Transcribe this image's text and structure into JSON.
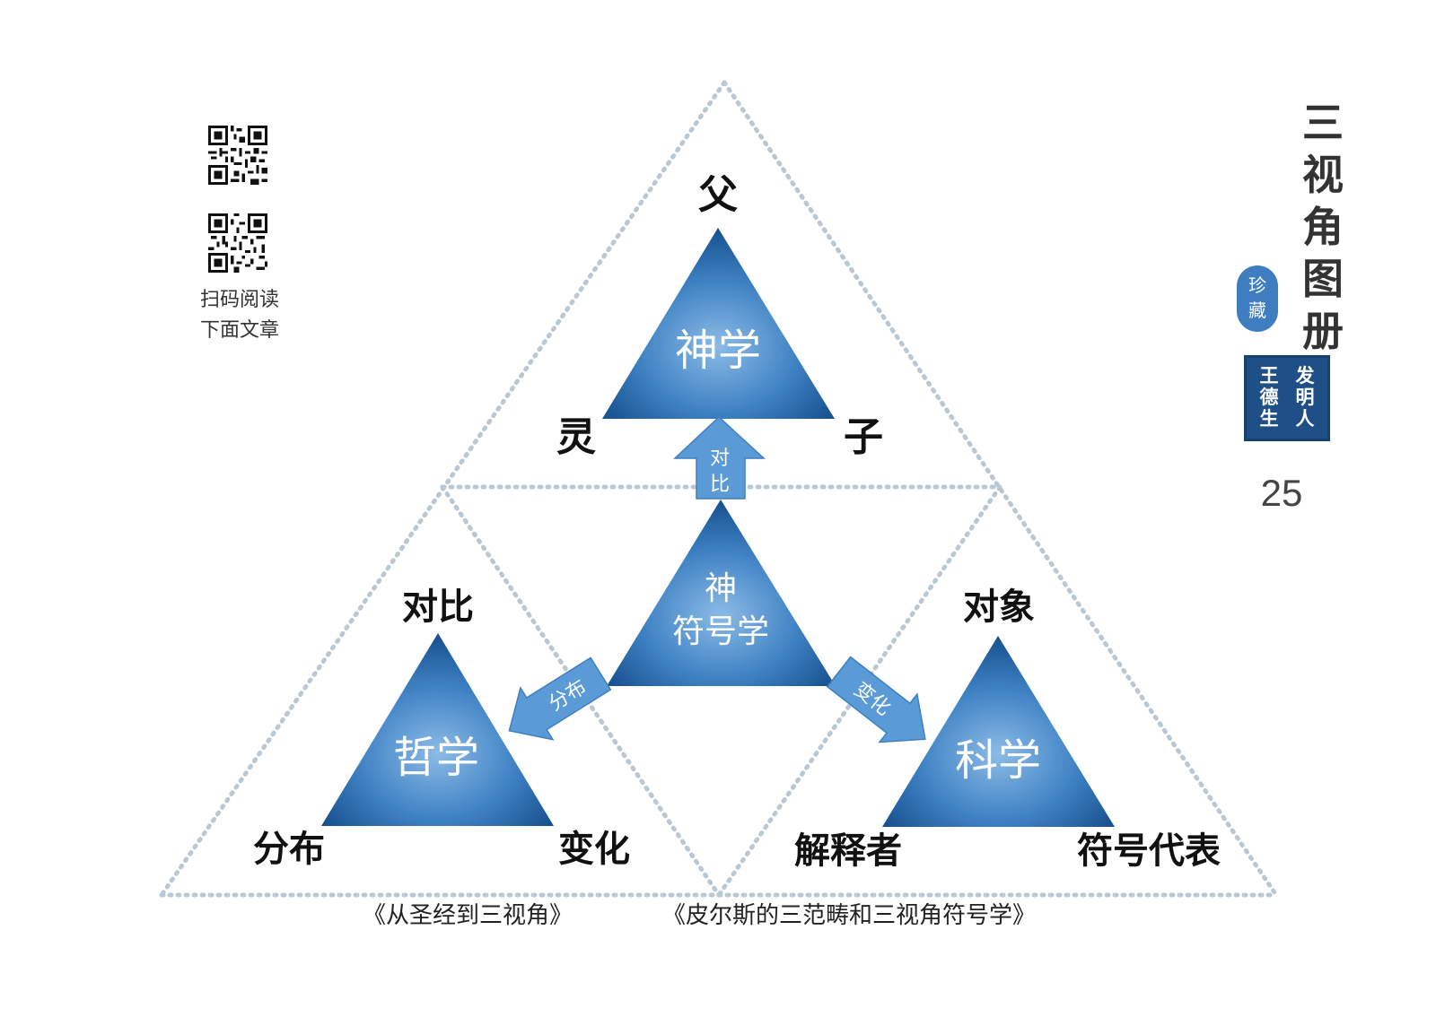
{
  "diagram": {
    "top": {
      "center": "神学",
      "corner_top": "父",
      "corner_left": "灵",
      "corner_right": "子"
    },
    "left": {
      "center": "哲学",
      "corner_top": "对比",
      "corner_left": "分布",
      "corner_right": "变化"
    },
    "right": {
      "center": "科学",
      "corner_top": "对象",
      "corner_left": "解释者",
      "corner_right": "符号代表"
    },
    "middle": {
      "line1": "神",
      "line2": "符号学"
    },
    "arrows": {
      "up_line1": "对",
      "up_line2": "比",
      "left": "分布",
      "right": "变化"
    }
  },
  "qr": {
    "caption_line1": "扫码阅读",
    "caption_line2": "下面文章"
  },
  "captions": {
    "left": "《从圣经到三视角》",
    "right": "《皮尔斯的三范畴和三视角符号学》"
  },
  "side": {
    "title_chars": [
      "三",
      "视",
      "角",
      "图",
      "册"
    ],
    "seal_round_chars": [
      "珍",
      "藏"
    ],
    "seal_col_left": [
      "王",
      "德",
      "生"
    ],
    "seal_col_right": [
      "发",
      "明",
      "人"
    ],
    "page_number": "25"
  },
  "colors": {
    "triangle_dark": "#1f5b98",
    "triangle_light": "#7fb0de",
    "arrow_fill": "#5a9ad6",
    "dotted_line": "#b9c8d3"
  }
}
